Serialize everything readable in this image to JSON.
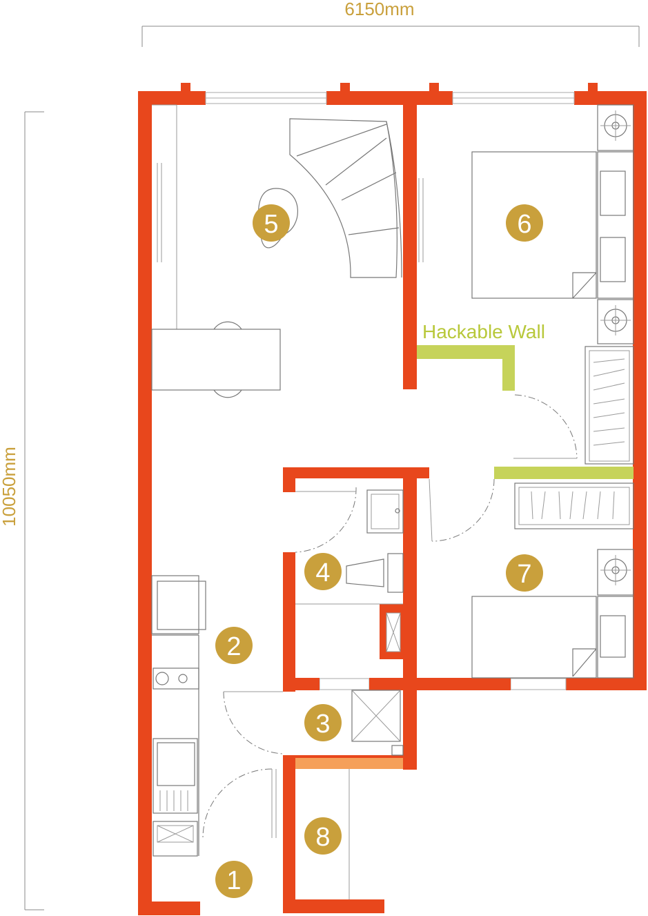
{
  "dimensions": {
    "width_label": "6150mm",
    "height_label": "10050mm"
  },
  "annotations": {
    "hackable_wall": "Hackable Wall"
  },
  "rooms": [
    {
      "id": "1",
      "label": "1"
    },
    {
      "id": "2",
      "label": "2"
    },
    {
      "id": "3",
      "label": "3"
    },
    {
      "id": "4",
      "label": "4"
    },
    {
      "id": "5",
      "label": "5"
    },
    {
      "id": "6",
      "label": "6"
    },
    {
      "id": "7",
      "label": "7"
    },
    {
      "id": "8",
      "label": "8"
    }
  ],
  "colors": {
    "wall": "#e8471c",
    "hackable_wall": "#c6d35a",
    "marker": "#c9a03c",
    "accent_bar": "#f5a05a"
  }
}
